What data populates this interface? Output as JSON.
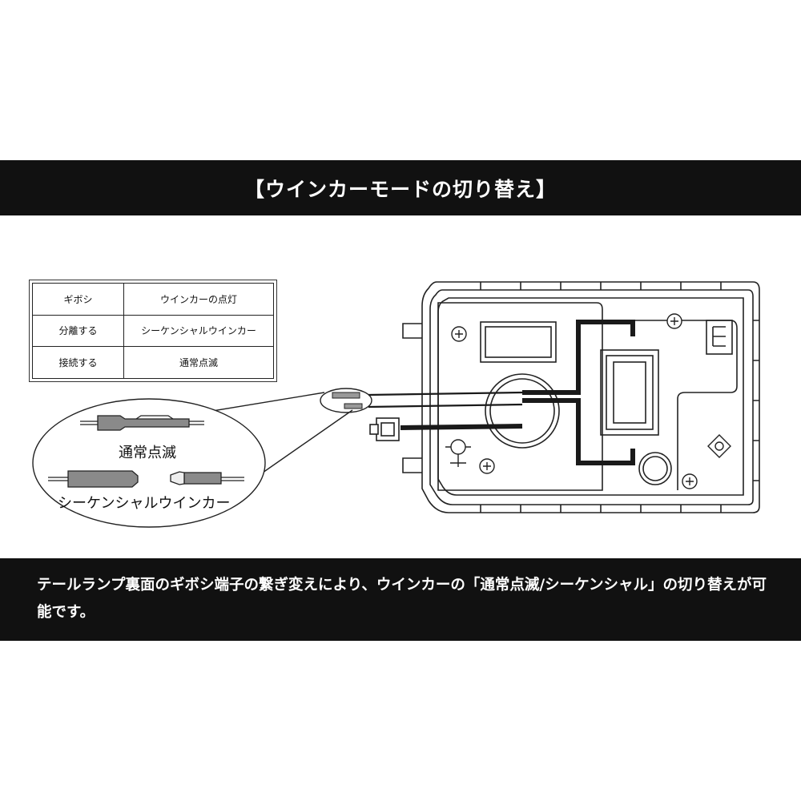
{
  "title": "【ウインカーモードの切り替え】",
  "table": {
    "rows": [
      [
        "ギボシ",
        "ウインカーの点灯"
      ],
      [
        "分離する",
        "シーケンシャルウインカー"
      ],
      [
        "接続する",
        "通常点滅"
      ]
    ]
  },
  "callout": {
    "label_normal": "通常点滅",
    "label_sequential": "シーケンシャルウインカー"
  },
  "description": "テールランプ裏面のギボシ端子の繋ぎ変えにより、ウインカーの「通常点滅/シーケンシャル」の切り替えが可能です。",
  "colors": {
    "banner": "#111111",
    "wire": "#1a1a1a",
    "connector_fill": "#8a8a8a"
  }
}
